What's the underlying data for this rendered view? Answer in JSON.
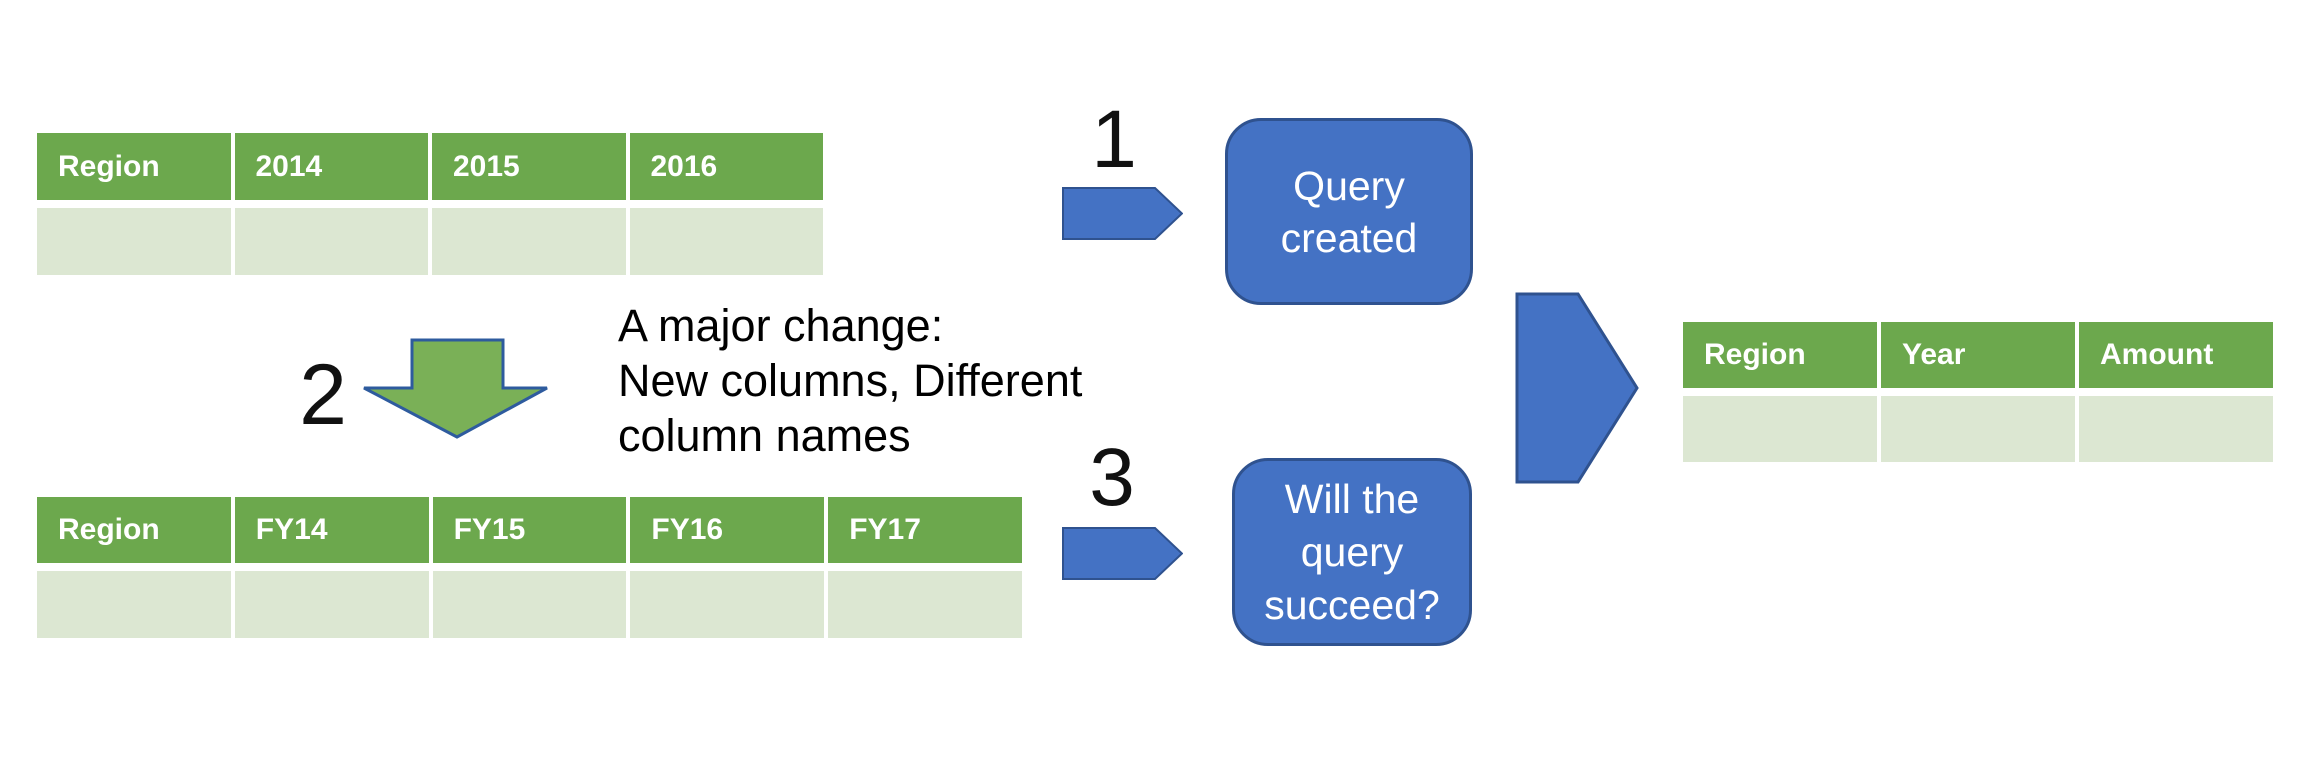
{
  "diagram": {
    "tables": {
      "source_v1": {
        "headers": [
          "Region",
          "2014",
          "2015",
          "2016"
        ],
        "empty_body_rows": 1
      },
      "source_v2": {
        "headers": [
          "Region",
          "FY14",
          "FY15",
          "FY16",
          "FY17"
        ],
        "empty_body_rows": 1
      },
      "result": {
        "headers": [
          "Region",
          "Year",
          "Amount"
        ],
        "empty_body_rows": 1
      }
    },
    "steps": {
      "step1": {
        "number": "1",
        "box_label": "Query created"
      },
      "step2": {
        "number": "2",
        "note": "A major change:\nNew columns, Different\ncolumn names"
      },
      "step3": {
        "number": "3",
        "box_label": "Will the query succeed?"
      }
    },
    "colors": {
      "table_header_green": "#6CA84D",
      "table_row_green": "#DCE7D2",
      "shape_blue": "#4472C4",
      "shape_blue_border": "#2F528F",
      "arrow_green": "#7AB057",
      "arrow_green_border": "#2E5B9E",
      "text_white": "#FFFFFF",
      "text_black": "#000000"
    }
  }
}
